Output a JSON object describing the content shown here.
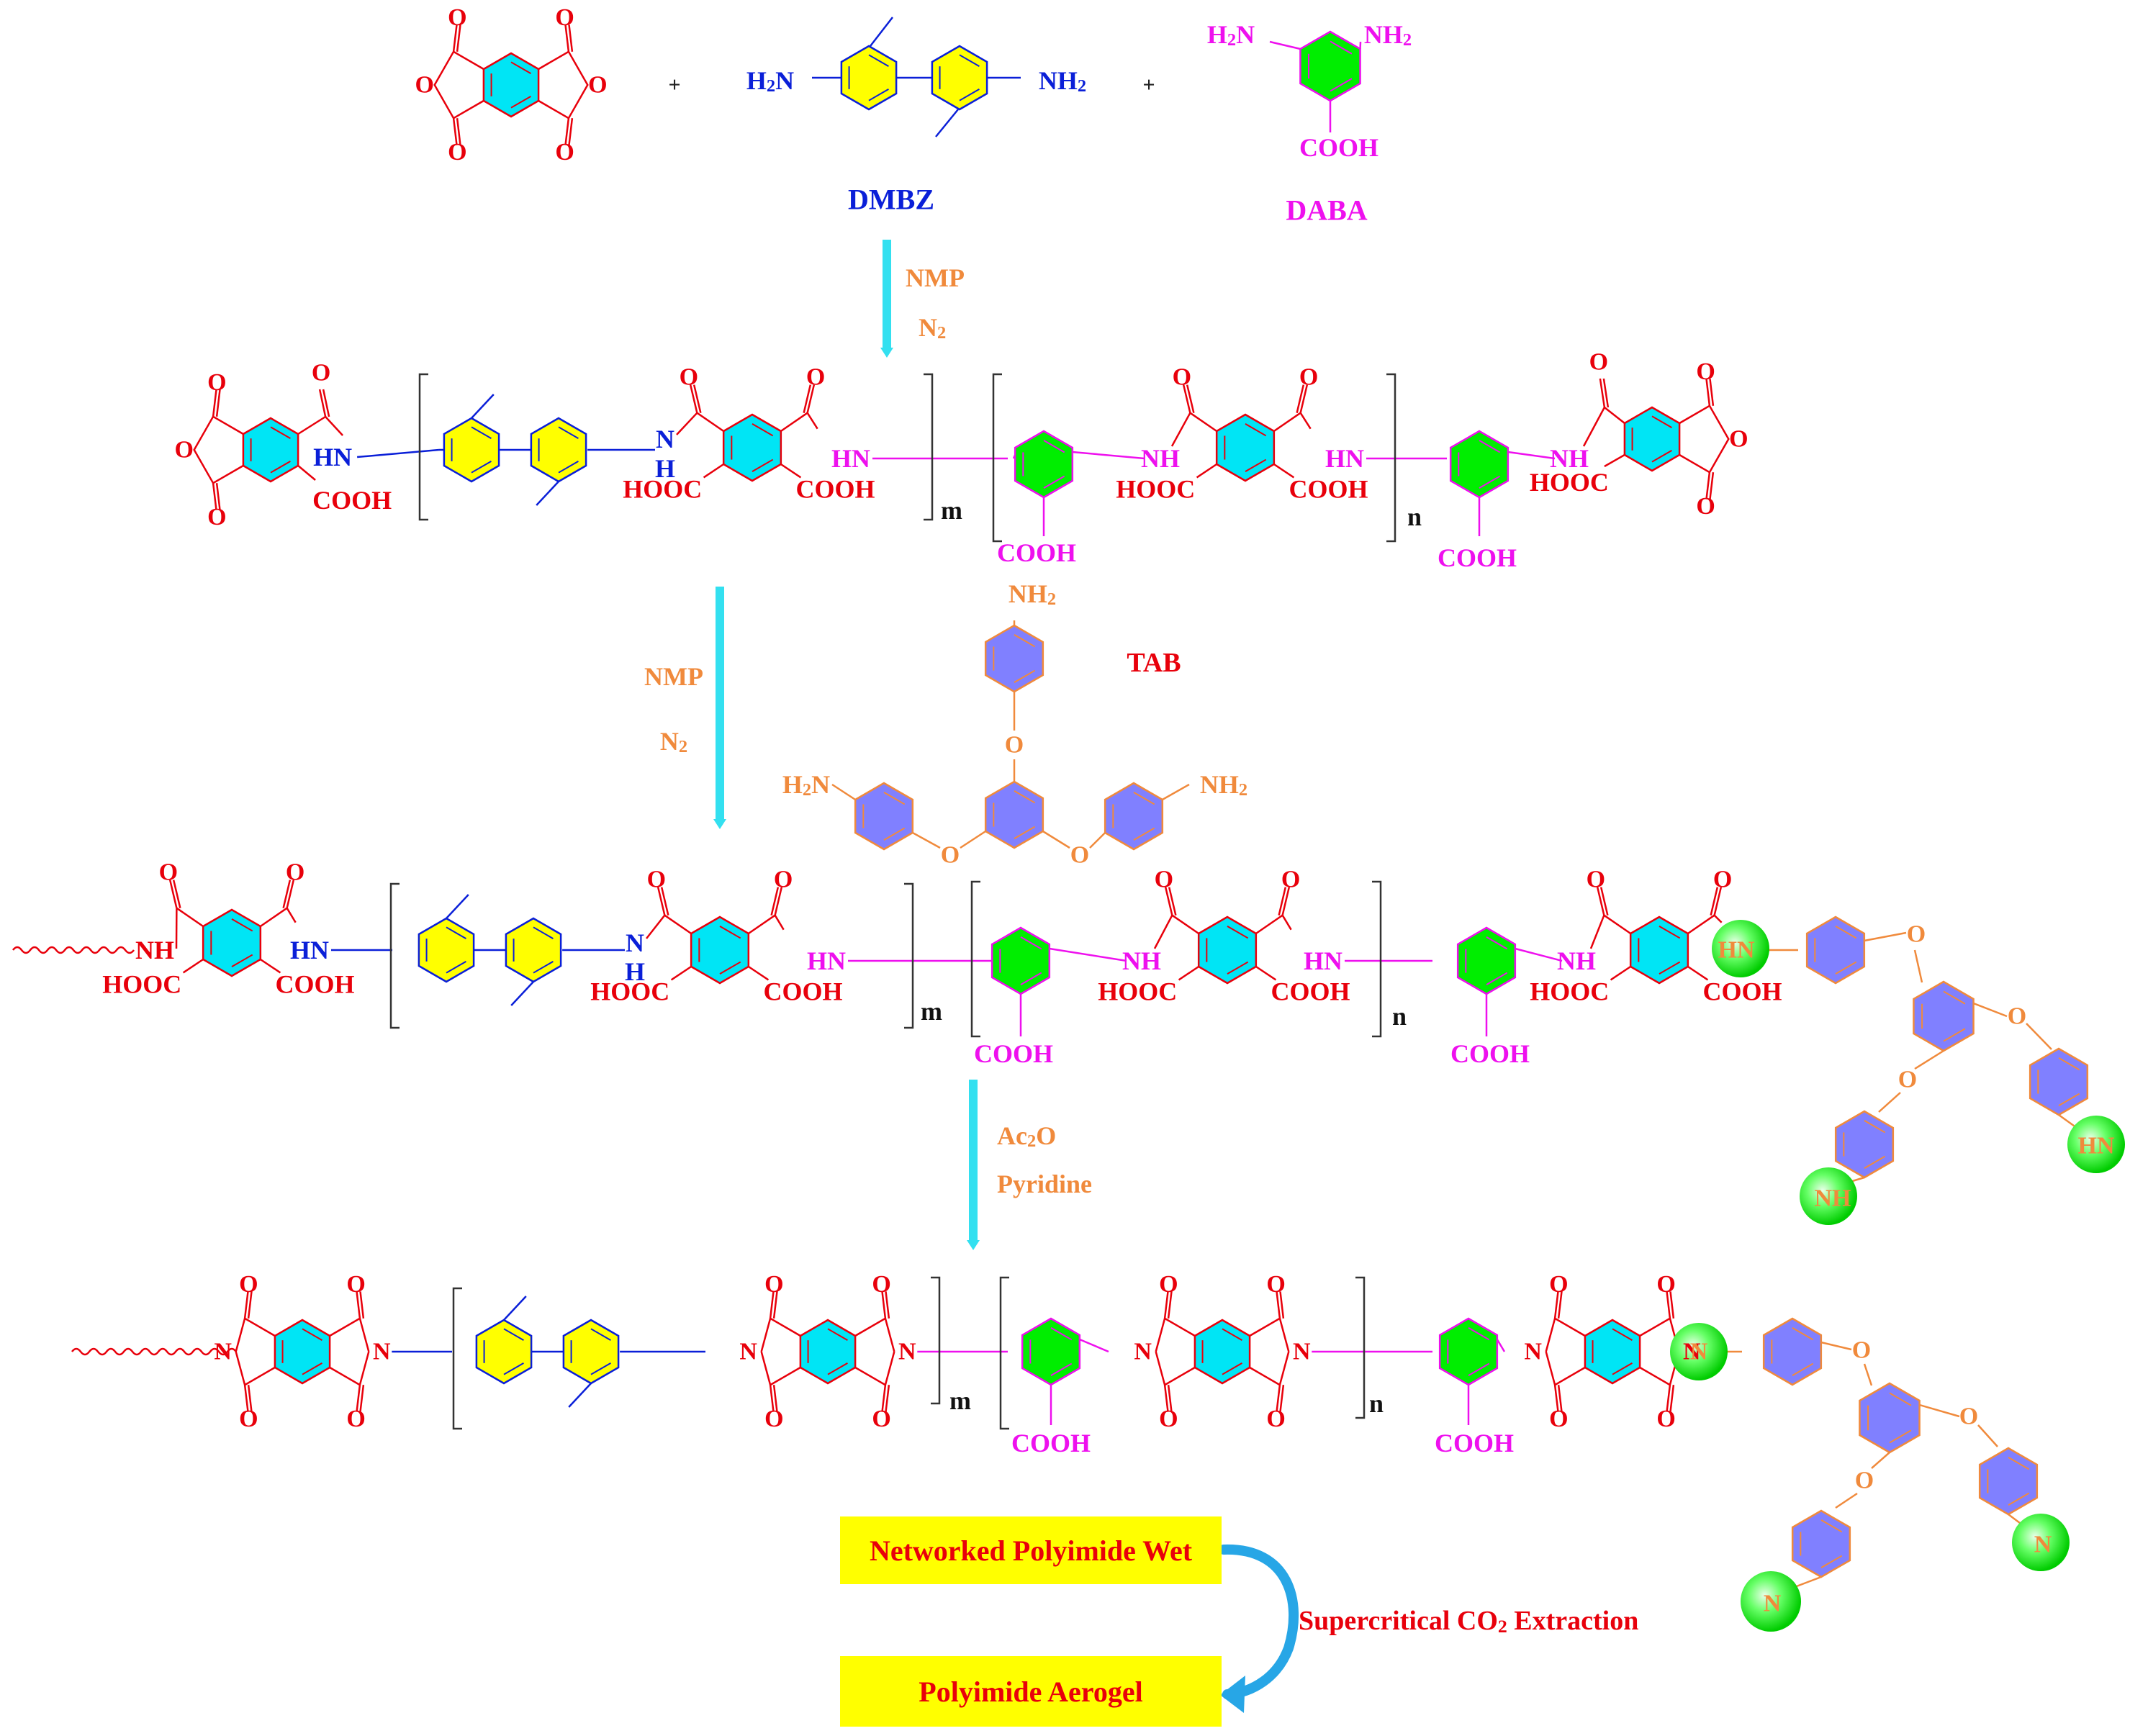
{
  "monomers": {
    "plus": "+",
    "dmbz": {
      "left_amine": "H2N",
      "right_amine": "NH2",
      "name": "DMBZ"
    },
    "daba": {
      "amine_1": "H2N",
      "amine_2": "NH2",
      "acid": "COOH",
      "name": "DABA"
    }
  },
  "step1": {
    "solvent": "NMP",
    "atmosphere": "N2"
  },
  "step2": {
    "solvent": "NMP",
    "atmosphere": "N2"
  },
  "step3": {
    "reagent": "Ac2O",
    "base": "Pyridine"
  },
  "tab": {
    "name": "TAB",
    "amine": "NH2",
    "amine_left": "H2N",
    "ether": "O"
  },
  "atoms": {
    "O": "O",
    "N": "N",
    "HN": "HN",
    "NH": "NH",
    "H": "H",
    "COOH": "COOH",
    "HOOC": "HOOC"
  },
  "repeat_units": {
    "m": "m",
    "n": "n"
  },
  "process": {
    "wet_gel": "Networked Polyimide Wet",
    "drying": "Supercritical CO2 Extraction",
    "product": "Polyimide   Aerogel"
  },
  "colors": {
    "anhydride": "#e8000b",
    "dmbz": "#0a1fd8",
    "daba": "#ee10ee",
    "tab": "#f08a3c",
    "ring_pmda": "#00e5f5",
    "ring_dmbz": "#ffff00",
    "ring_daba": "#00ee00",
    "ring_tab": "#8080ff",
    "arrow": "#33e0f0",
    "curve_arrow": "#27a6e6"
  }
}
